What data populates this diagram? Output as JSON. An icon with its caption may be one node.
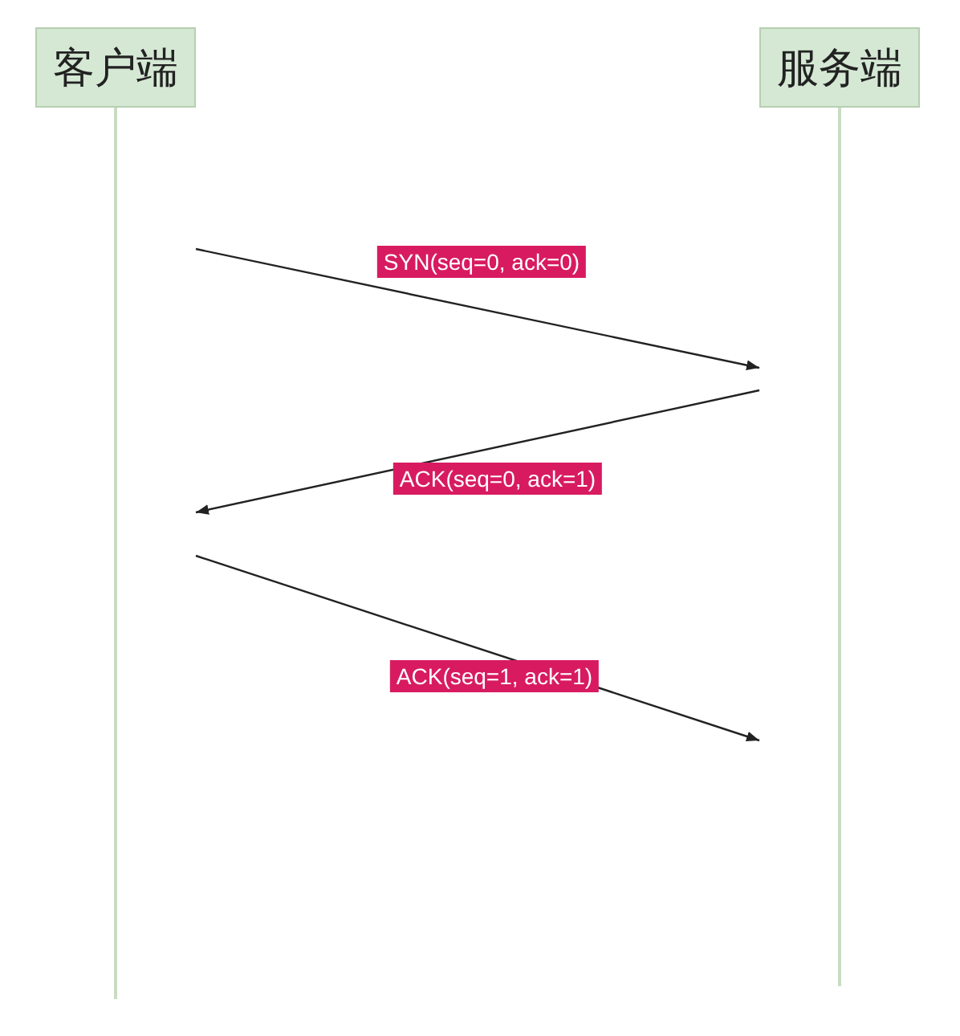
{
  "diagram": {
    "nodes": [
      {
        "text": [
          "客户端"
        ]
      },
      {
        "text": [
          "服务端"
        ]
      }
    ],
    "edges": [
      {
        "from": 0,
        "to": 1,
        "arrow": "to",
        "label": "SYN(seq=0, ack=0)"
      },
      {
        "from": 1,
        "to": 0,
        "arrow": "to",
        "label": "ACK(seq=0, ack=1)"
      },
      {
        "from": 0,
        "to": 1,
        "arrow": "to",
        "label": "ACK(seq=1, ack=1)"
      }
    ]
  }
}
